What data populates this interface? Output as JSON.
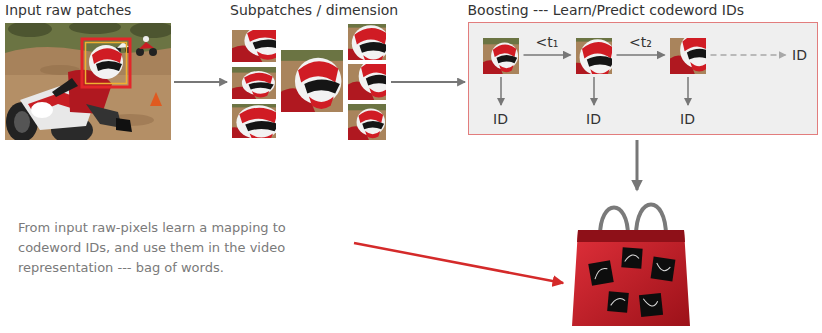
{
  "diagram": {
    "nodes": [
      {
        "text": [
          "Input raw patches"
        ]
      },
      {
        "text": [
          "Subpatches / dimension"
        ]
      },
      {
        "text": [
          "Boosting --- Learn/Predict codeword IDs"
        ]
      },
      {
        "text": [
          "ID"
        ],
        "in": 2
      },
      {
        "text": [
          "ID"
        ],
        "in": 2
      },
      {
        "text": [
          "ID"
        ],
        "in": 2
      },
      {
        "text": [
          "ID"
        ],
        "in": 2
      }
    ],
    "edges": [
      {
        "from": 0,
        "to": 1,
        "arrow": "to"
      },
      {
        "from": 1,
        "to": 2,
        "arrow": "to"
      },
      {
        "from": 3,
        "to": 4,
        "arrow": "to",
        "label": "<t₁"
      },
      {
        "from": 4,
        "to": 5,
        "arrow": "to",
        "label": "<t₂"
      },
      {
        "from": 5,
        "to": 6,
        "arrow": "to"
      }
    ],
    "labels": [
      "From input raw-pixels learn a mapping to codeword IDs, and use them in the video representation --- bag of words."
    ]
  }
}
